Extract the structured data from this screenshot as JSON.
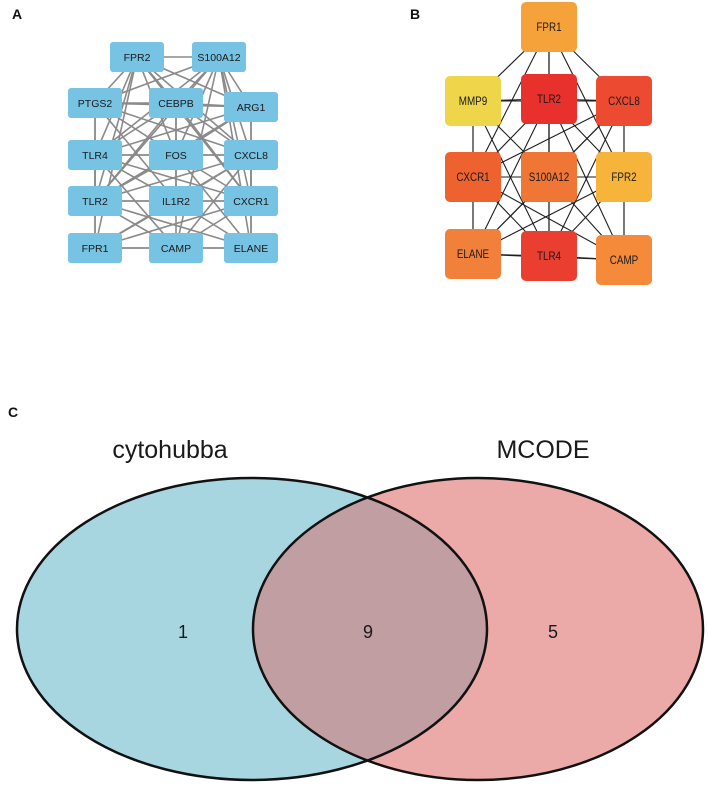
{
  "panels": {
    "a_label": "A",
    "b_label": "B",
    "c_label": "C"
  },
  "network_a": {
    "node_color": "#77c3e3",
    "edge_color": "#8a8a8a",
    "nodes": [
      {
        "id": "FPR2",
        "label": "FPR2"
      },
      {
        "id": "S100A12",
        "label": "S100A12"
      },
      {
        "id": "PTGS2",
        "label": "PTGS2"
      },
      {
        "id": "CEBPB",
        "label": "CEBPB"
      },
      {
        "id": "ARG1",
        "label": "ARG1"
      },
      {
        "id": "TLR4",
        "label": "TLR4"
      },
      {
        "id": "FOS",
        "label": "FOS"
      },
      {
        "id": "CXCL8",
        "label": "CXCL8"
      },
      {
        "id": "TLR2",
        "label": "TLR2"
      },
      {
        "id": "IL1R2",
        "label": "IL1R2"
      },
      {
        "id": "CXCR1",
        "label": "CXCR1"
      },
      {
        "id": "FPR1",
        "label": "FPR1"
      },
      {
        "id": "CAMP",
        "label": "CAMP"
      },
      {
        "id": "ELANE",
        "label": "ELANE"
      }
    ],
    "edges": [
      [
        "FPR2",
        "S100A12"
      ],
      [
        "FPR2",
        "PTGS2"
      ],
      [
        "FPR2",
        "CEBPB"
      ],
      [
        "FPR2",
        "ARG1"
      ],
      [
        "FPR2",
        "TLR4"
      ],
      [
        "FPR2",
        "FOS"
      ],
      [
        "FPR2",
        "CXCL8"
      ],
      [
        "FPR2",
        "TLR2"
      ],
      [
        "FPR2",
        "CXCR1"
      ],
      [
        "FPR2",
        "FPR1"
      ],
      [
        "S100A12",
        "PTGS2"
      ],
      [
        "S100A12",
        "CEBPB"
      ],
      [
        "S100A12",
        "ARG1"
      ],
      [
        "S100A12",
        "TLR4"
      ],
      [
        "S100A12",
        "FOS"
      ],
      [
        "S100A12",
        "CXCL8"
      ],
      [
        "S100A12",
        "TLR2"
      ],
      [
        "S100A12",
        "CXCR1"
      ],
      [
        "S100A12",
        "CAMP"
      ],
      [
        "S100A12",
        "ELANE"
      ],
      [
        "PTGS2",
        "CEBPB"
      ],
      [
        "PTGS2",
        "TLR4"
      ],
      [
        "PTGS2",
        "FOS"
      ],
      [
        "PTGS2",
        "CXCL8"
      ],
      [
        "PTGS2",
        "TLR2"
      ],
      [
        "PTGS2",
        "IL1R2"
      ],
      [
        "PTGS2",
        "ARG1"
      ],
      [
        "CEBPB",
        "ARG1"
      ],
      [
        "CEBPB",
        "TLR4"
      ],
      [
        "CEBPB",
        "FOS"
      ],
      [
        "CEBPB",
        "CXCL8"
      ],
      [
        "CEBPB",
        "TLR2"
      ],
      [
        "CEBPB",
        "IL1R2"
      ],
      [
        "CEBPB",
        "CXCR1"
      ],
      [
        "ARG1",
        "TLR4"
      ],
      [
        "ARG1",
        "FOS"
      ],
      [
        "ARG1",
        "CXCL8"
      ],
      [
        "ARG1",
        "TLR2"
      ],
      [
        "ARG1",
        "CXCR1"
      ],
      [
        "TLR4",
        "FOS"
      ],
      [
        "TLR4",
        "CXCL8"
      ],
      [
        "TLR4",
        "TLR2"
      ],
      [
        "TLR4",
        "IL1R2"
      ],
      [
        "TLR4",
        "CXCR1"
      ],
      [
        "TLR4",
        "FPR1"
      ],
      [
        "TLR4",
        "CAMP"
      ],
      [
        "FOS",
        "CXCL8"
      ],
      [
        "FOS",
        "TLR2"
      ],
      [
        "FOS",
        "IL1R2"
      ],
      [
        "FOS",
        "CXCR1"
      ],
      [
        "FOS",
        "ELANE"
      ],
      [
        "CXCL8",
        "TLR2"
      ],
      [
        "CXCL8",
        "IL1R2"
      ],
      [
        "CXCL8",
        "CXCR1"
      ],
      [
        "CXCL8",
        "ELANE"
      ],
      [
        "CXCL8",
        "FPR1"
      ],
      [
        "CXCL8",
        "CAMP"
      ],
      [
        "TLR2",
        "IL1R2"
      ],
      [
        "TLR2",
        "CXCR1"
      ],
      [
        "TLR2",
        "FPR1"
      ],
      [
        "TLR2",
        "CAMP"
      ],
      [
        "TLR2",
        "ELANE"
      ],
      [
        "IL1R2",
        "CXCR1"
      ],
      [
        "IL1R2",
        "FPR1"
      ],
      [
        "IL1R2",
        "CAMP"
      ],
      [
        "IL1R2",
        "ELANE"
      ],
      [
        "CXCR1",
        "FPR1"
      ],
      [
        "CXCR1",
        "CAMP"
      ],
      [
        "CXCR1",
        "ELANE"
      ],
      [
        "FPR1",
        "CAMP"
      ],
      [
        "FPR1",
        "ELANE"
      ],
      [
        "CAMP",
        "ELANE"
      ]
    ]
  },
  "network_b": {
    "edge_color": "#1e1e1e",
    "nodes": [
      {
        "id": "FPR1",
        "label": "FPR1",
        "color": "#f6a23a"
      },
      {
        "id": "MMP9",
        "label": "MMP9",
        "color": "#efd54a"
      },
      {
        "id": "TLR2",
        "label": "TLR2",
        "color": "#e8302c"
      },
      {
        "id": "CXCL8",
        "label": "CXCL8",
        "color": "#ed4a32"
      },
      {
        "id": "CXCR1",
        "label": "CXCR1",
        "color": "#ee6230"
      },
      {
        "id": "S100A12",
        "label": "S100A12",
        "color": "#f07636"
      },
      {
        "id": "FPR2",
        "label": "FPR2",
        "color": "#f6b43a"
      },
      {
        "id": "ELANE",
        "label": "ELANE",
        "color": "#f0803a"
      },
      {
        "id": "TLR4",
        "label": "TLR4",
        "color": "#e93e30"
      },
      {
        "id": "CAMP",
        "label": "CAMP",
        "color": "#f48a3a"
      }
    ],
    "edges": [
      [
        "FPR1",
        "MMP9"
      ],
      [
        "FPR1",
        "TLR2"
      ],
      [
        "FPR1",
        "CXCL8"
      ],
      [
        "FPR1",
        "CXCR1"
      ],
      [
        "FPR1",
        "S100A12"
      ],
      [
        "FPR1",
        "FPR2"
      ],
      [
        "FPR1",
        "TLR4"
      ],
      [
        "MMP9",
        "TLR2"
      ],
      [
        "MMP9",
        "CXCR1"
      ],
      [
        "MMP9",
        "S100A12"
      ],
      [
        "MMP9",
        "ELANE"
      ],
      [
        "MMP9",
        "TLR4"
      ],
      [
        "MMP9",
        "CXCL8"
      ],
      [
        "TLR2",
        "CXCL8"
      ],
      [
        "TLR2",
        "CXCR1"
      ],
      [
        "TLR2",
        "S100A12"
      ],
      [
        "TLR2",
        "FPR2"
      ],
      [
        "TLR2",
        "ELANE"
      ],
      [
        "TLR2",
        "TLR4"
      ],
      [
        "TLR2",
        "CAMP"
      ],
      [
        "CXCL8",
        "CXCR1"
      ],
      [
        "CXCL8",
        "S100A12"
      ],
      [
        "CXCL8",
        "FPR2"
      ],
      [
        "CXCL8",
        "ELANE"
      ],
      [
        "CXCL8",
        "TLR4"
      ],
      [
        "CXCL8",
        "CAMP"
      ],
      [
        "CXCR1",
        "S100A12"
      ],
      [
        "CXCR1",
        "FPR2"
      ],
      [
        "CXCR1",
        "ELANE"
      ],
      [
        "CXCR1",
        "TLR4"
      ],
      [
        "CXCR1",
        "CAMP"
      ],
      [
        "S100A12",
        "FPR2"
      ],
      [
        "S100A12",
        "ELANE"
      ],
      [
        "S100A12",
        "TLR4"
      ],
      [
        "S100A12",
        "CAMP"
      ],
      [
        "FPR2",
        "ELANE"
      ],
      [
        "FPR2",
        "TLR4"
      ],
      [
        "FPR2",
        "CAMP"
      ],
      [
        "ELANE",
        "TLR4"
      ],
      [
        "ELANE",
        "CAMP"
      ],
      [
        "TLR4",
        "CAMP"
      ]
    ]
  },
  "venn": {
    "left_title": "cytohubba",
    "right_title": "MCODE",
    "left_only": "1",
    "overlap": "9",
    "right_only": "5",
    "left_color": "#a8d6e0",
    "right_color": "#eba9a8",
    "overlap_color": "#c09ea2"
  }
}
